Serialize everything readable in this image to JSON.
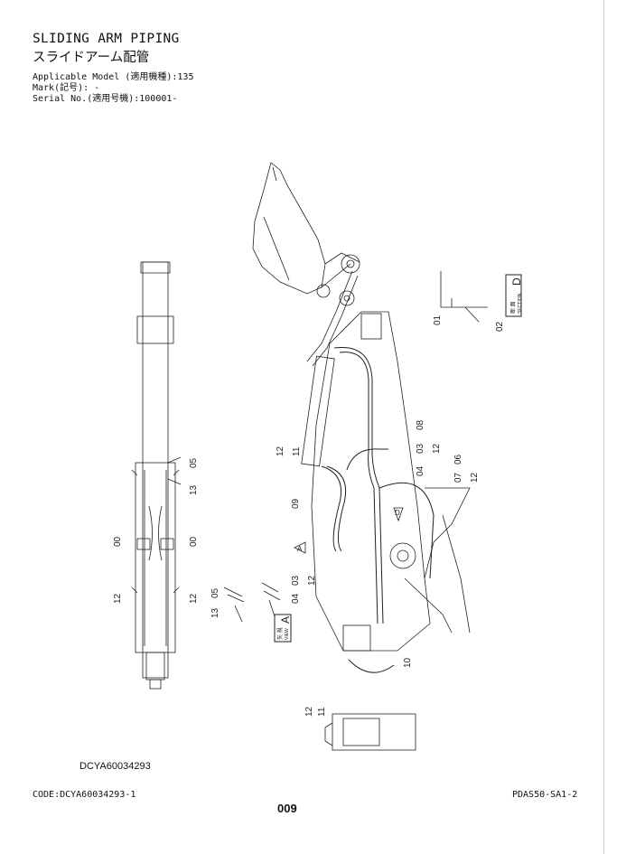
{
  "header": {
    "title_en": "SLIDING ARM PIPING",
    "title_ja": "スライドアーム配管",
    "applicable_model": "Applicable Model (適用機種):135",
    "mark": "Mark(記号): -",
    "serial_no": "Serial No.(適用号機):100001-"
  },
  "callouts": {
    "left_a": [
      "00",
      "12",
      "05",
      "13",
      "00",
      "12"
    ],
    "view_a": [
      "05",
      "13",
      "04",
      "03",
      "12"
    ],
    "main": [
      "12",
      "11",
      "09",
      "08",
      "03",
      "12",
      "04",
      "07",
      "06",
      "12",
      "10"
    ],
    "section_d": [
      "01",
      "02"
    ],
    "bottom": [
      "12",
      "11"
    ]
  },
  "views": {
    "section_label": "SECTION",
    "section_letter": "D",
    "section_ja": "断 面",
    "view_label": "VIEW",
    "view_letter": "A",
    "view_ja": "矢 視",
    "arrow_a": "A",
    "arrow_d": "D"
  },
  "footer": {
    "drawing_code": "DCYA60034293",
    "code": "CODE:DCYA60034293-1",
    "page_ref": "PDAS50-SA1-2",
    "page_number": "009"
  }
}
